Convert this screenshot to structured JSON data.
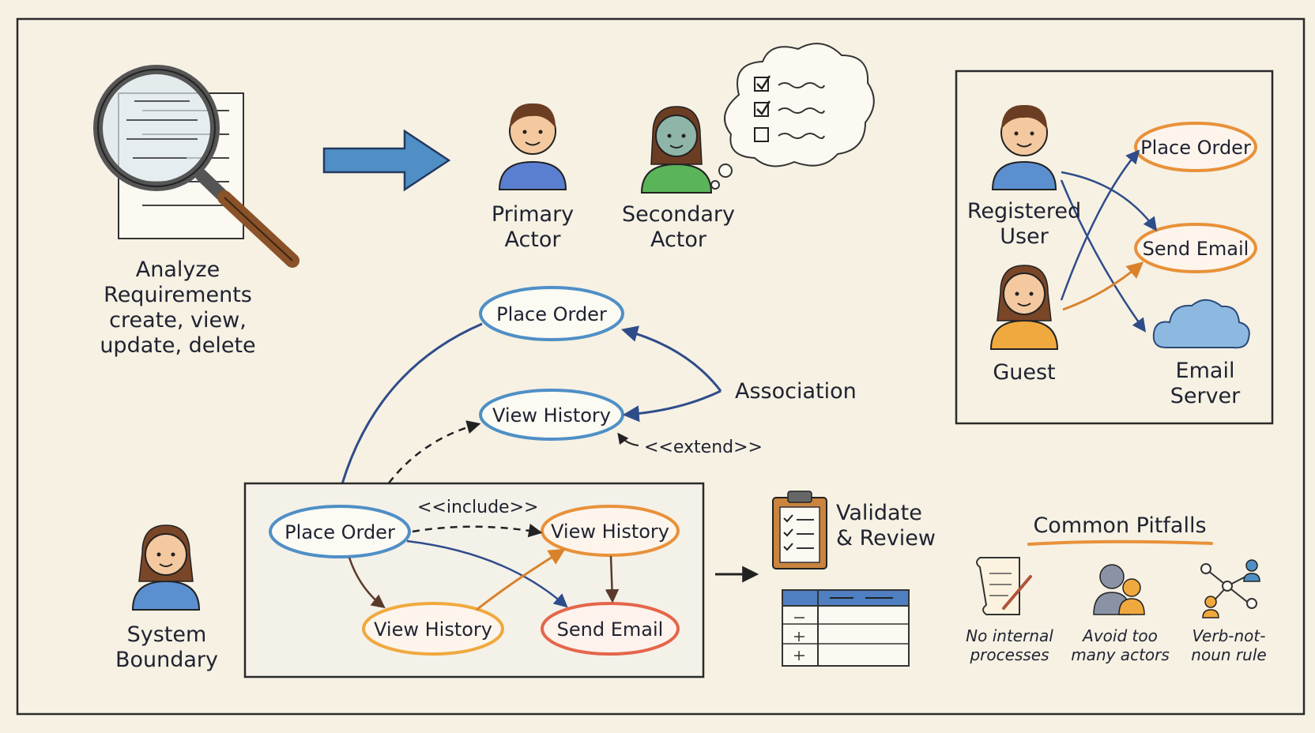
{
  "analyze": {
    "title1": "Analyze",
    "title2": "Requirements",
    "sub1": "create, view,",
    "sub2": "update, delete"
  },
  "actors": {
    "primary1": "Primary",
    "primary2": "Actor",
    "secondary1": "Secondary",
    "secondary2": "Actor",
    "registered1": "Registered",
    "registered2": "User",
    "guest": "Guest",
    "email_server1": "Email",
    "email_server2": "Server",
    "system_boundary1": "System",
    "system_boundary2": "Boundary"
  },
  "use_cases": {
    "place_order": "Place Order",
    "view_history": "View History",
    "send_email": "Send Email"
  },
  "relations": {
    "association": "Association",
    "extend": "<<extend>>",
    "include": "<<include>>"
  },
  "validate": {
    "line1": "Validate",
    "line2": "& Review"
  },
  "pitfalls": {
    "title": "Common Pitfalls",
    "items": [
      {
        "line1": "No internal",
        "line2": "processes"
      },
      {
        "line1": "Avoid too",
        "line2": "many actors"
      },
      {
        "line1": "Verb-not-",
        "line2": "noun rule"
      }
    ]
  },
  "colors": {
    "paper": "#f6f1e3",
    "blue": "#4f8fc6",
    "orange": "#e8913a",
    "red": "#e4664a",
    "navy": "#2f4c8a"
  }
}
